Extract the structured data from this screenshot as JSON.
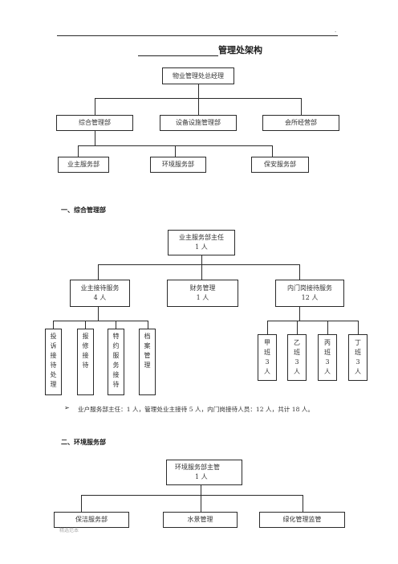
{
  "page": {
    "corner_mark": ".",
    "title": "管理处架构",
    "footer_fragment": "精选范本"
  },
  "chart1": {
    "top": "物业管理处总经理",
    "level2": [
      "综合管理部",
      "设备设施管理部",
      "会所经营部"
    ],
    "level3": [
      "业主服务部",
      "环境服务部",
      "保安服务部"
    ]
  },
  "section1": {
    "heading": "一、综合管理部",
    "top_line1": "业主服务部主任",
    "top_line2": "1 人",
    "mid": [
      {
        "line1": "业主接待服务",
        "line2": "4 人"
      },
      {
        "line1": "财务管理",
        "line2": "1 人"
      },
      {
        "line1": "内门岗接待服务",
        "line2": "12 人"
      }
    ],
    "left_children": [
      [
        "投",
        "诉",
        "接",
        "待",
        "处",
        "理"
      ],
      [
        "报",
        "修",
        "接",
        "待"
      ],
      [
        "特",
        "约",
        "服",
        "务",
        "接",
        "待"
      ],
      [
        "档",
        "案",
        "管",
        "理"
      ]
    ],
    "right_children": [
      [
        "甲",
        "班",
        "3",
        "人"
      ],
      [
        "乙",
        "班",
        "3",
        "人"
      ],
      [
        "丙",
        "班",
        "3",
        "人"
      ],
      [
        "丁",
        "班",
        "3",
        "人"
      ]
    ],
    "bullet_icon": "➢",
    "note": "业户服务部主任：1 人，管理处业主接待 5 人，内门岗接待人员：12 人，共计 18 人。"
  },
  "section2": {
    "heading": "二、环境服务部",
    "top_line1": "环境服务部主管",
    "top_line2": "1 人",
    "children": [
      "保洁服务部",
      "水景管理",
      "绿化管理监管"
    ]
  }
}
